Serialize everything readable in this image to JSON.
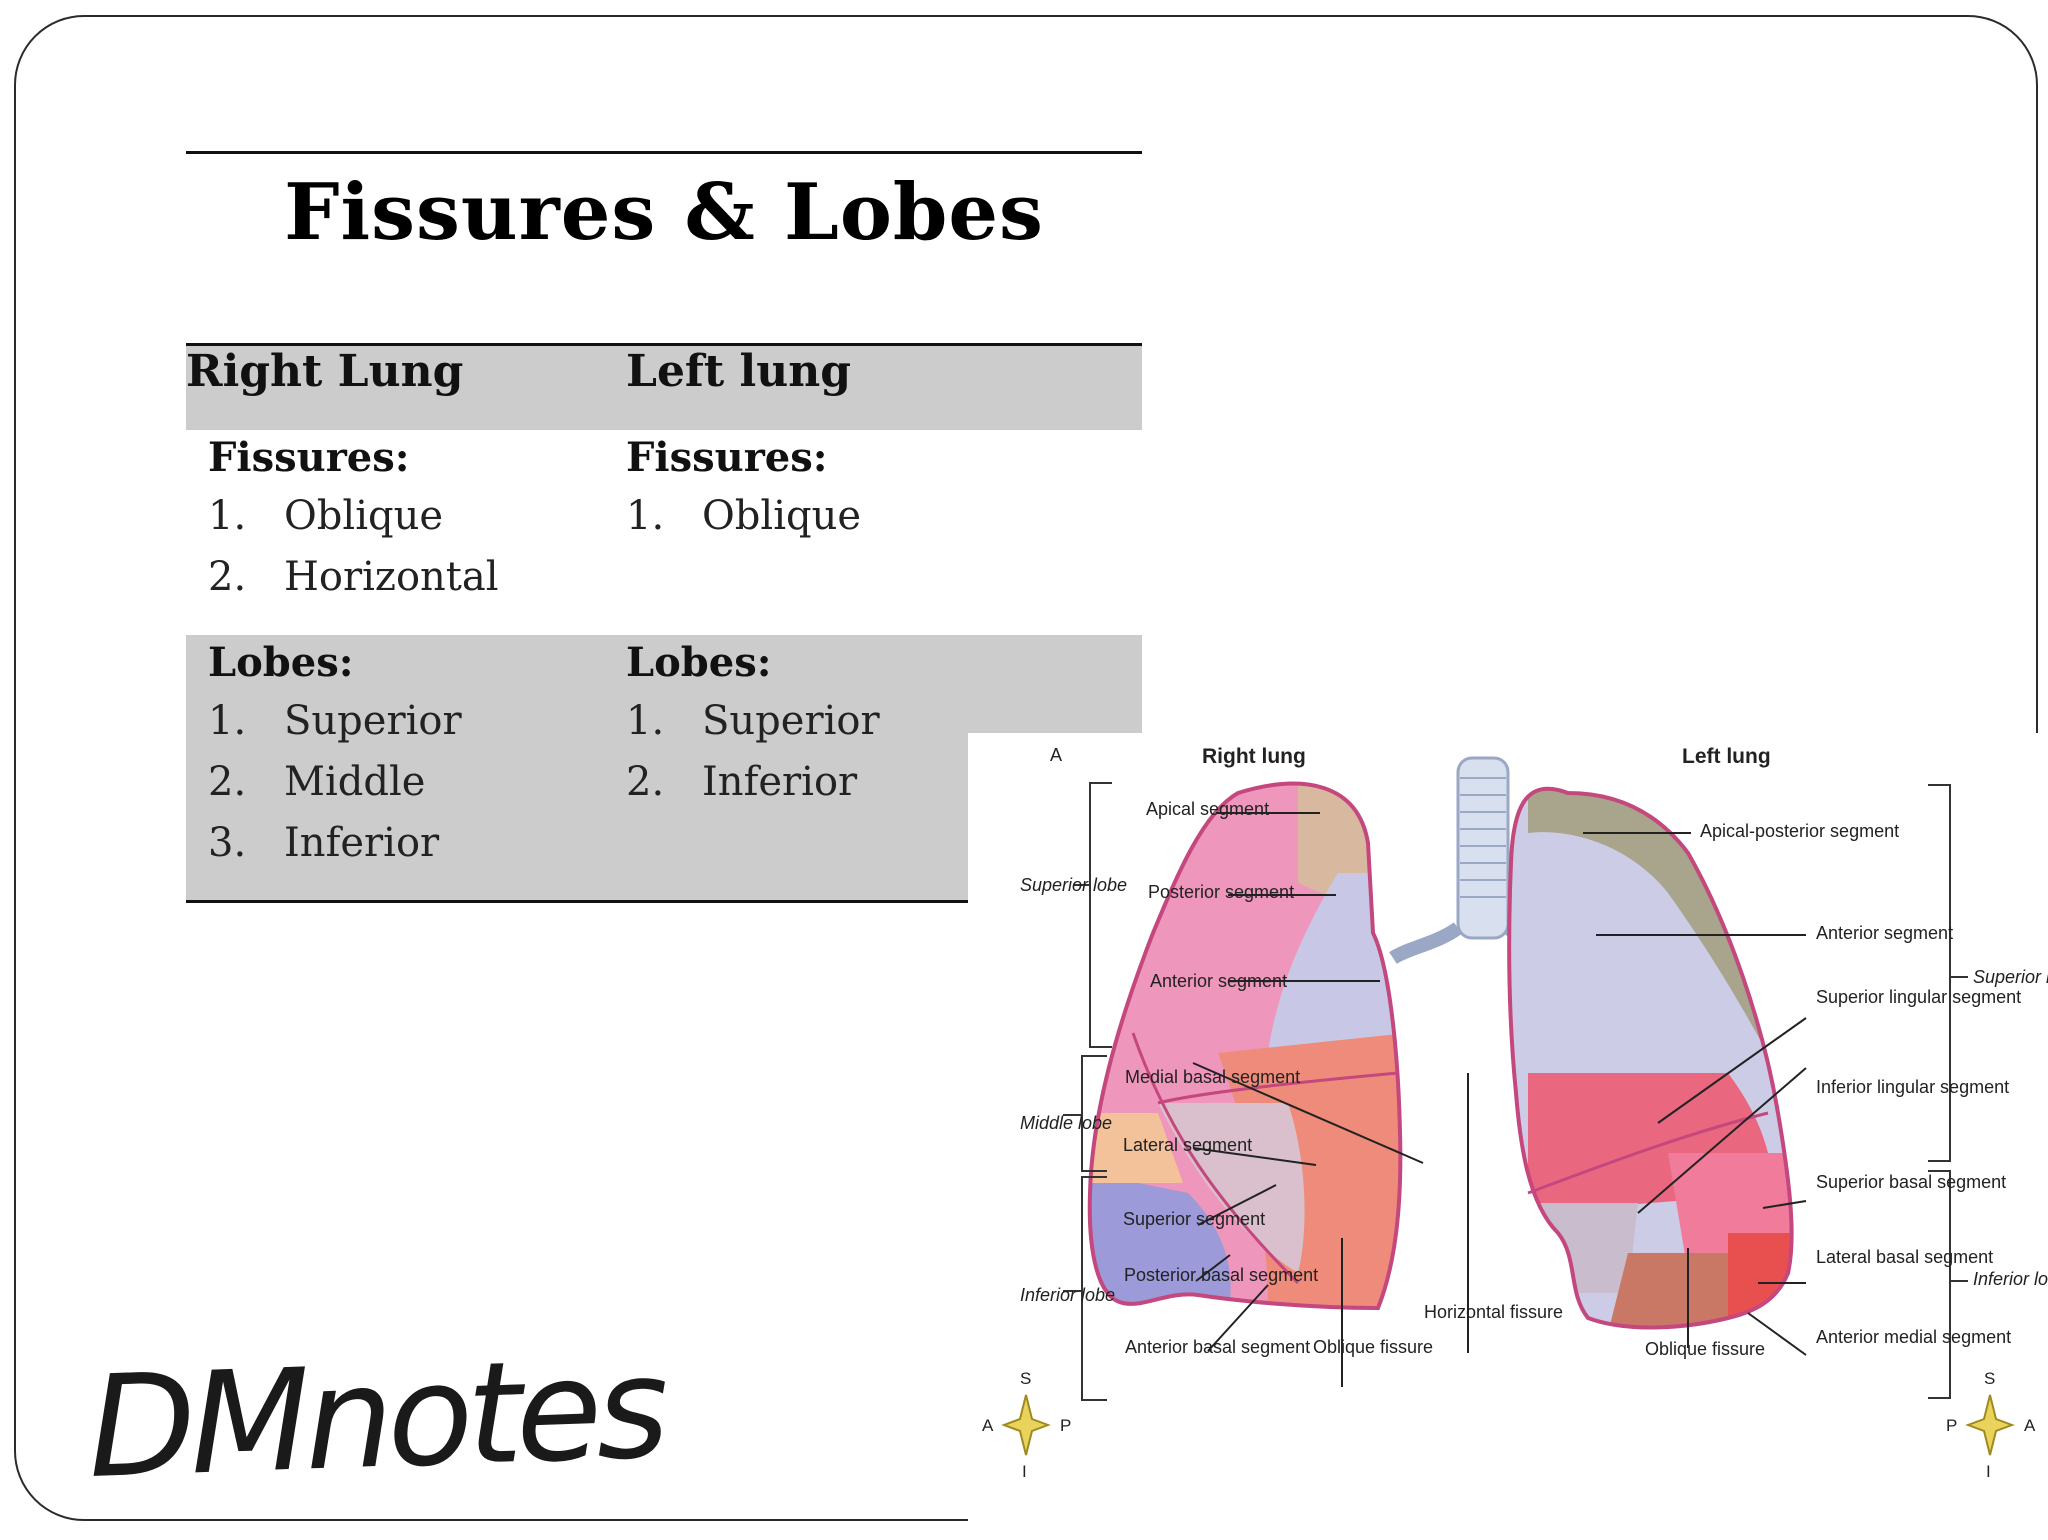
{
  "title": "Fissures & Lobes",
  "table": {
    "headers": [
      "Right Lung",
      "Left lung"
    ],
    "fissures": {
      "label": "Fissures:",
      "right": [
        "Oblique",
        "Horizontal"
      ],
      "left": [
        "Oblique"
      ]
    },
    "lobes": {
      "label": "Lobes:",
      "right": [
        "Superior",
        "Middle",
        "Inferior"
      ],
      "left": [
        "Superior",
        "Inferior"
      ]
    },
    "numbers": [
      "1.",
      "2.",
      "3."
    ]
  },
  "figure": {
    "panel_letter": "A",
    "right_title": "Right lung",
    "left_title": "Left lung",
    "right_labels": {
      "apical": "Apical segment",
      "posterior": "Posterior segment",
      "anterior": "Anterior segment",
      "medial_basal": "Medial basal segment",
      "lateral": "Lateral segment",
      "superior": "Superior segment",
      "posterior_basal": "Posterior basal segment",
      "anterior_basal": "Anterior basal segment",
      "oblique_fissure": "Oblique fissure",
      "horizontal_fissure": "Horizontal fissure"
    },
    "left_labels": {
      "apical_posterior": "Apical-posterior segment",
      "anterior": "Anterior segment",
      "superior_lingular": "Superior lingular segment",
      "inferior_lingular": "Inferior lingular segment",
      "superior_basal": "Superior basal segment",
      "lateral_basal": "Lateral basal segment",
      "anterior_medial": "Anterior medial segment",
      "oblique_fissure": "Oblique fissure"
    },
    "lobe_brackets": {
      "right_superior": "Superior lobe",
      "right_middle": "Middle lobe",
      "right_inferior": "Inferior lobe",
      "left_superior": "Superior lobe",
      "left_inferior": "Inferior lobe"
    },
    "compass_left": {
      "n": "S",
      "w": "A",
      "e": "P",
      "s": "I"
    },
    "compass_right": {
      "n": "S",
      "w": "P",
      "e": "A",
      "s": "I"
    }
  },
  "logo": "DMnotes"
}
